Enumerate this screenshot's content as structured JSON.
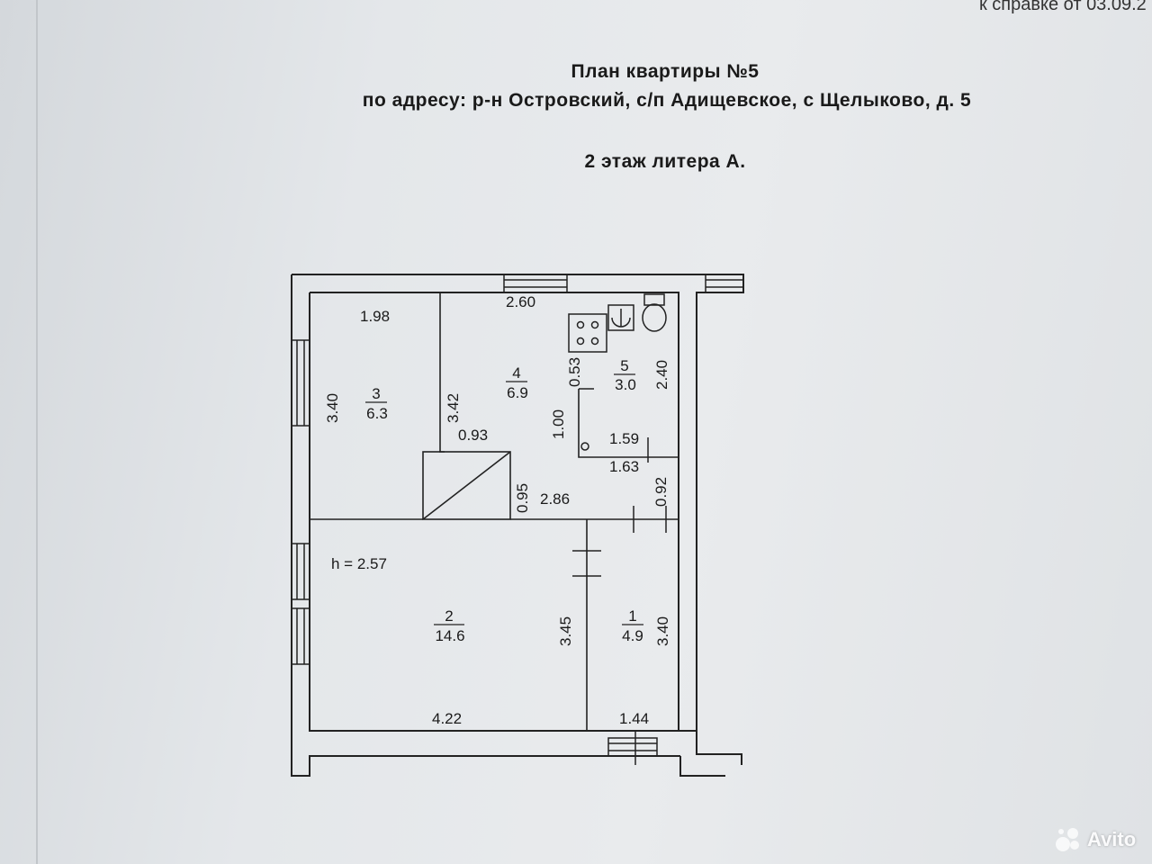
{
  "corner_note": "к справке от 03.09.2",
  "header": {
    "title": "План квартиры №5",
    "address": "по адресу: р-н Островский, с/п Адищевское, с Щелыково, д. 5",
    "floor": "2 этаж литера А."
  },
  "rooms": [
    {
      "number": "1",
      "area": "4.9"
    },
    {
      "number": "2",
      "area": "14.6"
    },
    {
      "number": "3",
      "area": "6.3"
    },
    {
      "number": "4",
      "area": "6.9"
    },
    {
      "number": "5",
      "area": "3.0"
    }
  ],
  "height_note": "h = 2.57",
  "dimensions": {
    "room3_width": "1.98",
    "room3_height": "3.40",
    "room3_inner_height": "3.42",
    "kitchen_width": "2.60",
    "niche_width": "0.93",
    "niche_depth": "0.95",
    "kitchen_partition": "1.00",
    "bath_door": "0.53",
    "bath_height": "2.40",
    "bath_width_a": "1.59",
    "bath_width_b": "1.63",
    "corridor_width": "2.86",
    "corridor_door": "0.92",
    "room2_width": "4.22",
    "room2_height": "3.45",
    "room1_width": "1.44",
    "room1_height": "3.40"
  },
  "watermark": "Avito"
}
